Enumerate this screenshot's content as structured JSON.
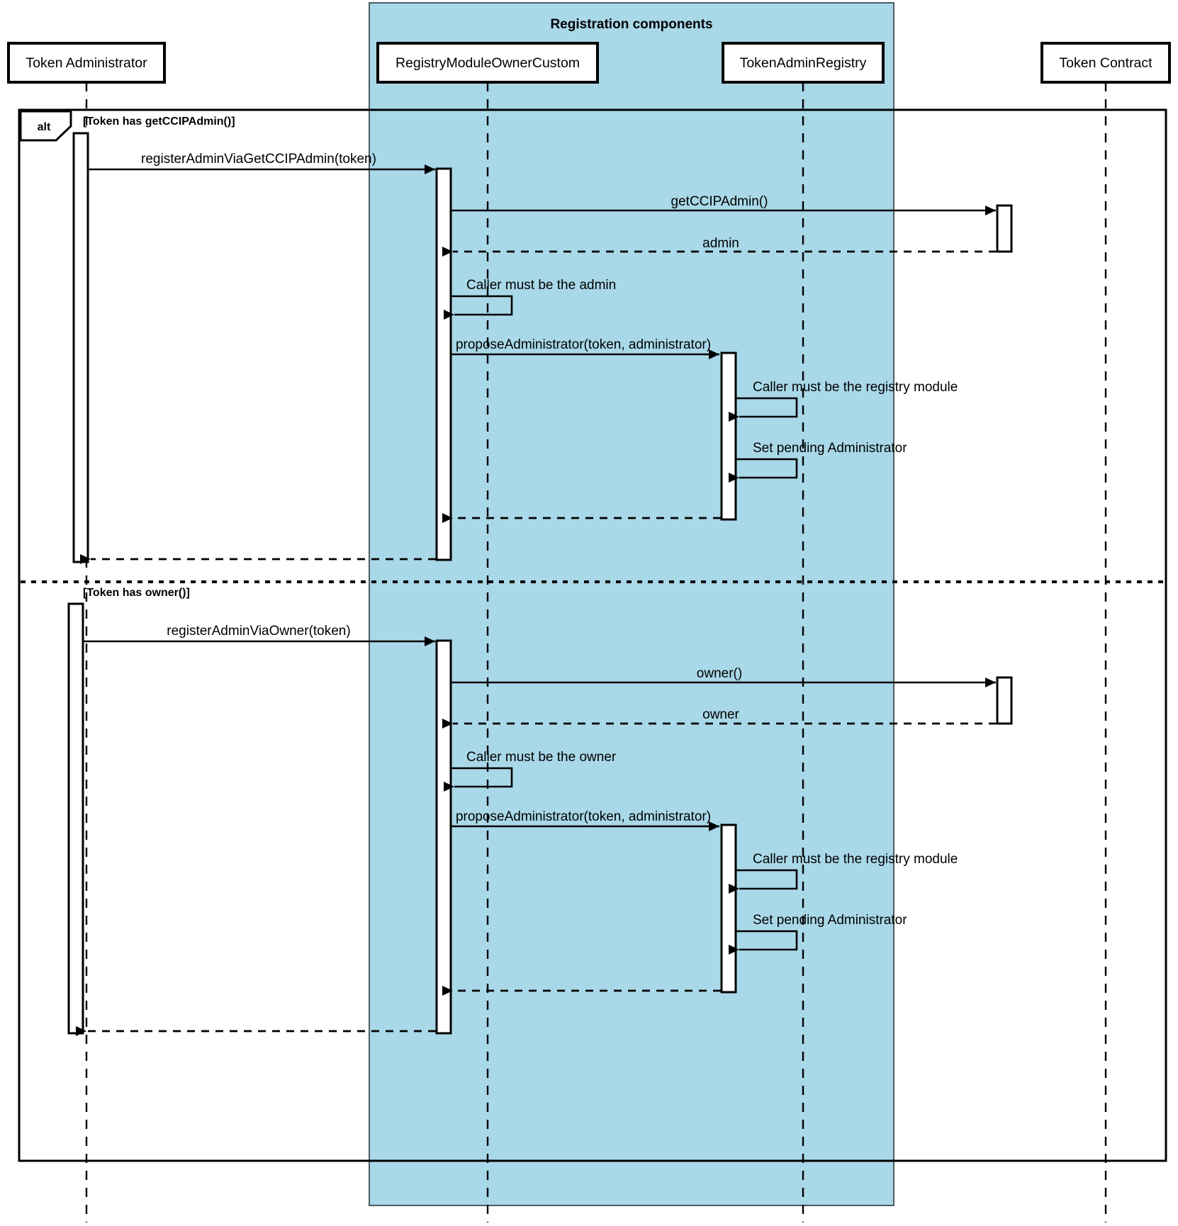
{
  "diagram": {
    "type": "uml-sequence-diagram",
    "title": "",
    "colors": {
      "group_fill": "#a9d8e8",
      "line": "#000000",
      "activation_fill": "#ffffff",
      "background": "#ffffff"
    },
    "group_box": {
      "label": "Registration components",
      "members": [
        "RegistryModuleOwnerCustom",
        "TokenAdminRegistry"
      ]
    },
    "participants": [
      {
        "id": "admin",
        "label": "Token Administrator"
      },
      {
        "id": "registry",
        "label": "RegistryModuleOwnerCustom"
      },
      {
        "id": "tar",
        "label": "TokenAdminRegistry"
      },
      {
        "id": "token",
        "label": "Token Contract"
      }
    ],
    "fragment": {
      "operator": "alt",
      "branches": [
        {
          "guard": "[Token has getCCIPAdmin()]"
        },
        {
          "guard": "[Token has owner()]"
        }
      ]
    },
    "messages": [
      {
        "seq": 1,
        "branch": 0,
        "from": "admin",
        "to": "registry",
        "label": "registerAdminViaGetCCIPAdmin(token)",
        "kind": "sync"
      },
      {
        "seq": 2,
        "branch": 0,
        "from": "registry",
        "to": "token",
        "label": "getCCIPAdmin()",
        "kind": "sync"
      },
      {
        "seq": 3,
        "branch": 0,
        "from": "token",
        "to": "registry",
        "label": "admin",
        "kind": "return"
      },
      {
        "seq": 4,
        "branch": 0,
        "from": "registry",
        "to": "registry",
        "label": "Caller must be the admin",
        "kind": "self"
      },
      {
        "seq": 5,
        "branch": 0,
        "from": "registry",
        "to": "tar",
        "label": "proposeAdministrator(token, administrator)",
        "kind": "sync"
      },
      {
        "seq": 6,
        "branch": 0,
        "from": "tar",
        "to": "tar",
        "label": "Caller must be the registry module",
        "kind": "self"
      },
      {
        "seq": 7,
        "branch": 0,
        "from": "tar",
        "to": "tar",
        "label": "Set pending Administrator",
        "kind": "self"
      },
      {
        "seq": 8,
        "branch": 0,
        "from": "tar",
        "to": "registry",
        "label": "",
        "kind": "return"
      },
      {
        "seq": 9,
        "branch": 0,
        "from": "registry",
        "to": "admin",
        "label": "",
        "kind": "return"
      },
      {
        "seq": 10,
        "branch": 1,
        "from": "admin",
        "to": "registry",
        "label": "registerAdminViaOwner(token)",
        "kind": "sync"
      },
      {
        "seq": 11,
        "branch": 1,
        "from": "registry",
        "to": "token",
        "label": "owner()",
        "kind": "sync"
      },
      {
        "seq": 12,
        "branch": 1,
        "from": "token",
        "to": "registry",
        "label": "owner",
        "kind": "return"
      },
      {
        "seq": 13,
        "branch": 1,
        "from": "registry",
        "to": "registry",
        "label": "Caller must be the owner",
        "kind": "self"
      },
      {
        "seq": 14,
        "branch": 1,
        "from": "registry",
        "to": "tar",
        "label": "proposeAdministrator(token, administrator)",
        "kind": "sync"
      },
      {
        "seq": 15,
        "branch": 1,
        "from": "tar",
        "to": "tar",
        "label": "Caller must be the registry module",
        "kind": "self"
      },
      {
        "seq": 16,
        "branch": 1,
        "from": "tar",
        "to": "tar",
        "label": "Set pending Administrator",
        "kind": "self"
      },
      {
        "seq": 17,
        "branch": 1,
        "from": "tar",
        "to": "registry",
        "label": "",
        "kind": "return"
      },
      {
        "seq": 18,
        "branch": 1,
        "from": "registry",
        "to": "admin",
        "label": "",
        "kind": "return"
      }
    ]
  }
}
